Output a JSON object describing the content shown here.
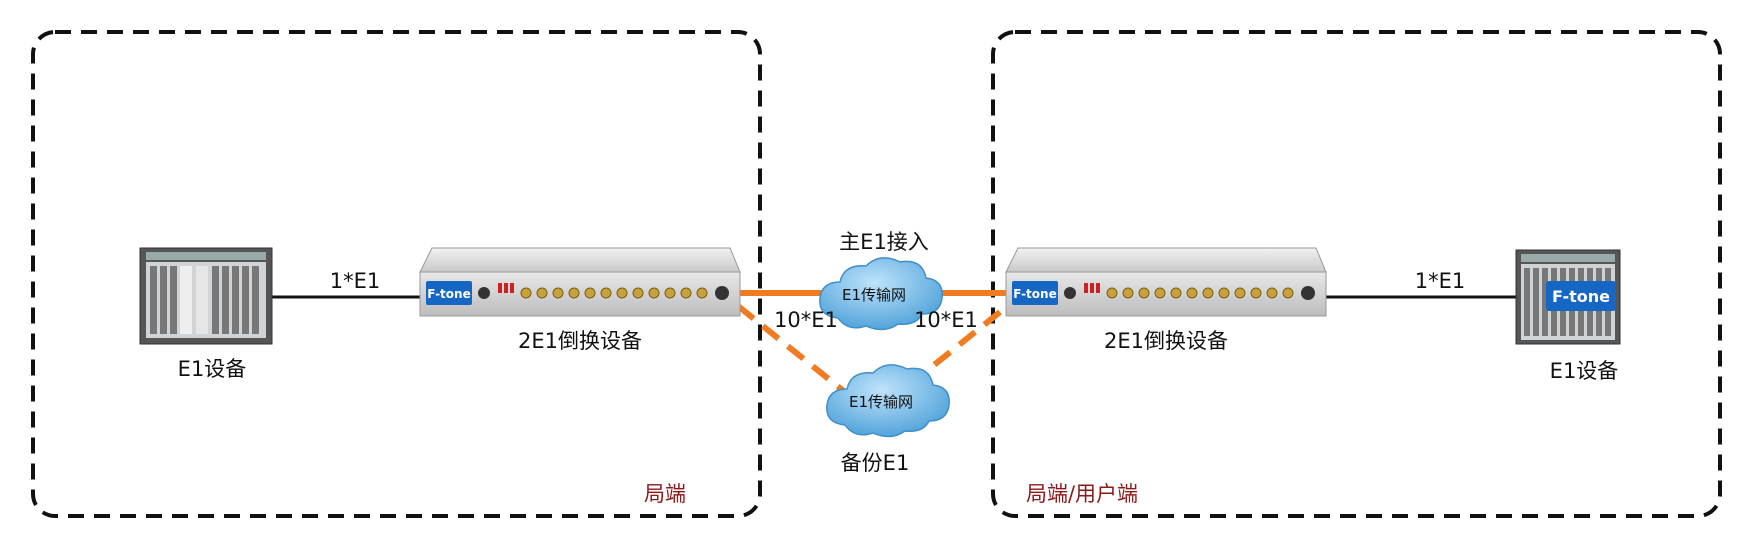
{
  "regions": {
    "left_label": "局端",
    "right_label": "局端/用户端"
  },
  "devices": {
    "left_e1_device": "E1设备",
    "right_e1_device": "E1设备",
    "left_converter": "2E1倒换设备",
    "right_converter": "2E1倒换设备",
    "brand": "F-tone"
  },
  "links": {
    "left_e1": "1*E1",
    "right_e1": "1*E1",
    "left_10e1": "10*E1",
    "right_10e1": "10*E1"
  },
  "networks": {
    "primary_label": "主E1接入",
    "primary_cloud": "E1传输网",
    "backup_label": "备份E1",
    "backup_cloud": "E1传输网"
  },
  "colors": {
    "region_border": "#111111",
    "orange_link": "#f07b20",
    "black_link": "#111111",
    "cloud_fill": "#6fb4e3",
    "brand_blue": "#1666c4",
    "region_label": "#8b1a1a"
  }
}
